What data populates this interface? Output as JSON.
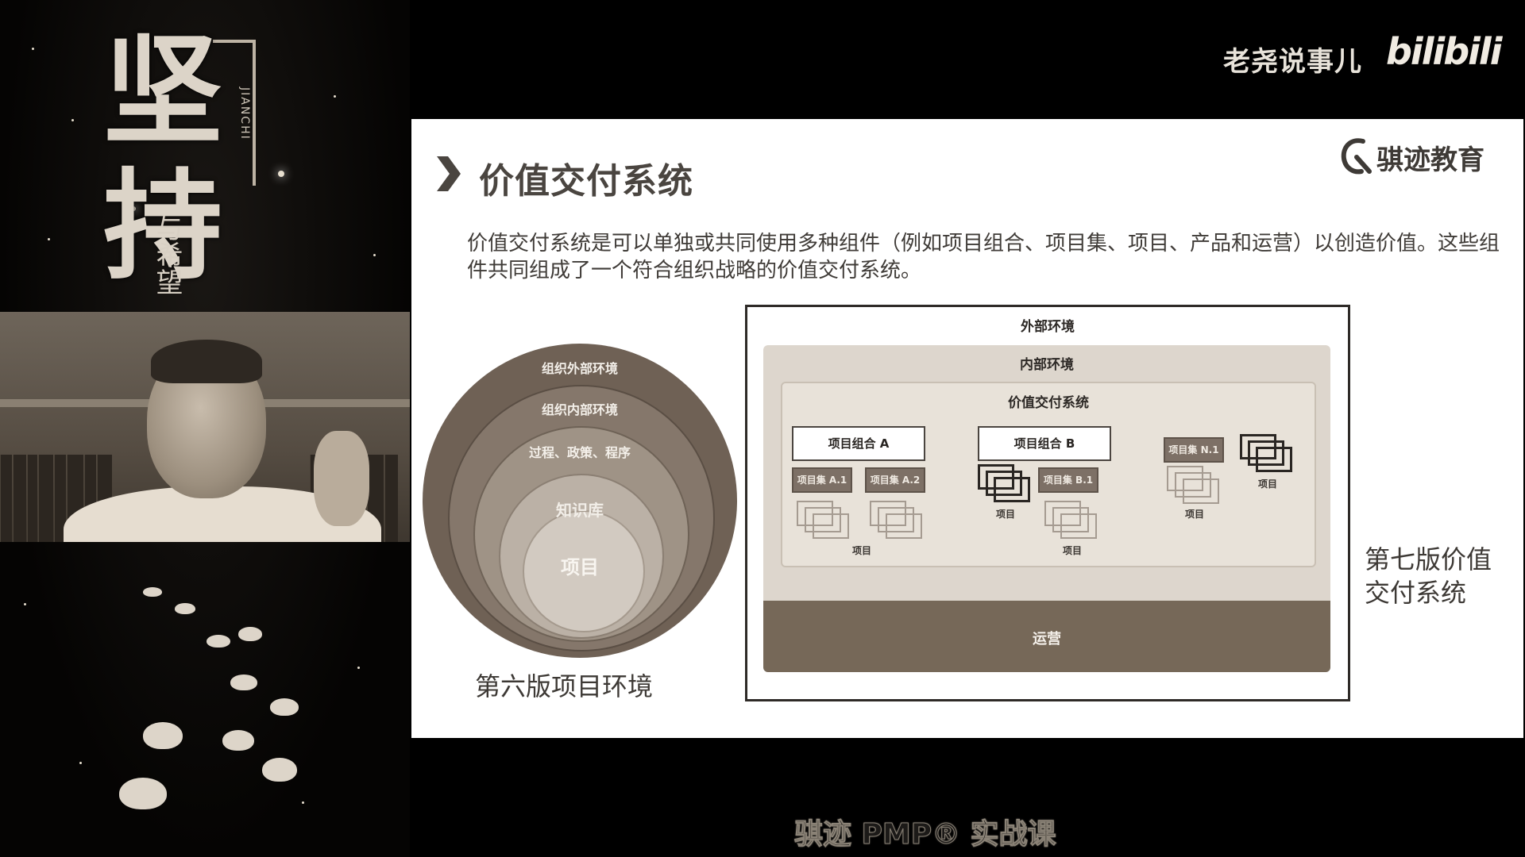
{
  "branding": {
    "channel_name": "老尧说事儿",
    "platform_logo": "bilibili"
  },
  "left_panel": {
    "calligraphy_main": "坚持",
    "calligraphy_sub": "与希望",
    "calligraphy_pinyin": "JIANCHI"
  },
  "slide": {
    "title": "价值交付系统",
    "logo_text": "骐迹教育",
    "description": "价值交付系统是可以单独或共同使用多种组件（例如项目组合、项目集、项目、产品和运营）以创造价值。这些组件共同组成了一个符合组织战略的价值交付系统。",
    "sixth_edition": {
      "caption": "第六版项目环境",
      "layers": [
        "组织外部环境",
        "组织内部环境",
        "过程、政策、程序",
        "知识库",
        "项目"
      ]
    },
    "seventh_edition": {
      "caption": "第七版价值交付系统",
      "external_env": "外部环境",
      "internal_env": "内部环境",
      "vds": "价值交付系统",
      "portfolio_a": "项目组合 A",
      "portfolio_b": "项目组合 B",
      "program_a1": "项目集 A.1",
      "program_a2": "项目集 A.2",
      "program_b1": "项目集 B.1",
      "program_n1": "项目集 N.1",
      "project_label": "项目",
      "operations": "运营"
    }
  },
  "footer": {
    "course_title": "骐迹 PMP® 实战课"
  },
  "colors": {
    "slide_bg": "#ffffff",
    "ring_dark": "#6f6155",
    "operations": "#766858"
  }
}
